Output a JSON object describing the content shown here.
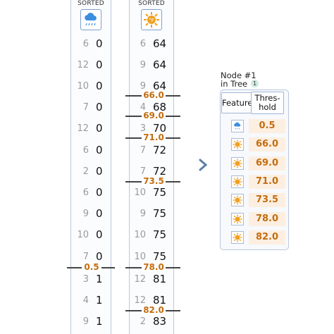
{
  "colors": {
    "threshold": "#c36d10",
    "frame": "#b9c7dd",
    "cloud": "#3a8ee0",
    "sun": "#f0a020"
  },
  "columns": [
    {
      "header": "SORTED",
      "icon": "cloud-rain-icon",
      "rows": [
        {
          "count": "6",
          "value": "0"
        },
        {
          "count": "12",
          "value": "0"
        },
        {
          "count": "10",
          "value": "0"
        },
        {
          "count": "7",
          "value": "0"
        },
        {
          "count": "12",
          "value": "0"
        },
        {
          "count": "6",
          "value": "0"
        },
        {
          "count": "2",
          "value": "0"
        },
        {
          "count": "6",
          "value": "0"
        },
        {
          "count": "9",
          "value": "0"
        },
        {
          "count": "10",
          "value": "0"
        },
        {
          "count": "7",
          "value": "0"
        },
        {
          "count": "3",
          "value": "1"
        },
        {
          "count": "4",
          "value": "1"
        },
        {
          "count": "9",
          "value": "1"
        }
      ],
      "thresholds": [
        "0.5"
      ]
    },
    {
      "header": "SORTED",
      "icon": "sun-icon",
      "rows": [
        {
          "count": "6",
          "value": "64"
        },
        {
          "count": "9",
          "value": "64"
        },
        {
          "count": "9",
          "value": "64"
        },
        {
          "count": "4",
          "value": "68"
        },
        {
          "count": "3",
          "value": "70"
        },
        {
          "count": "7",
          "value": "72"
        },
        {
          "count": "7",
          "value": "72"
        },
        {
          "count": "10",
          "value": "75"
        },
        {
          "count": "9",
          "value": "75"
        },
        {
          "count": "10",
          "value": "75"
        },
        {
          "count": "10",
          "value": "75"
        },
        {
          "count": "12",
          "value": "81"
        },
        {
          "count": "12",
          "value": "81"
        },
        {
          "count": "2",
          "value": "83"
        }
      ],
      "thresholds": [
        "66.0",
        "69.0",
        "71.0",
        "73.5",
        "78.0",
        "82.0"
      ]
    }
  ],
  "node": {
    "title_line1": "Node #1",
    "title_line2": "in Tree",
    "tree_number": "1",
    "feature_header": "Feature",
    "threshold_header_line1": "Thres-",
    "threshold_header_line2": "hold",
    "rows": [
      {
        "icon": "cloud-rain-icon",
        "threshold": "0.5"
      },
      {
        "icon": "sun-icon",
        "threshold": "66.0"
      },
      {
        "icon": "sun-icon",
        "threshold": "69.0"
      },
      {
        "icon": "sun-icon",
        "threshold": "71.0"
      },
      {
        "icon": "sun-icon",
        "threshold": "73.5"
      },
      {
        "icon": "sun-icon",
        "threshold": "78.0"
      },
      {
        "icon": "sun-icon",
        "threshold": "82.0"
      }
    ]
  }
}
